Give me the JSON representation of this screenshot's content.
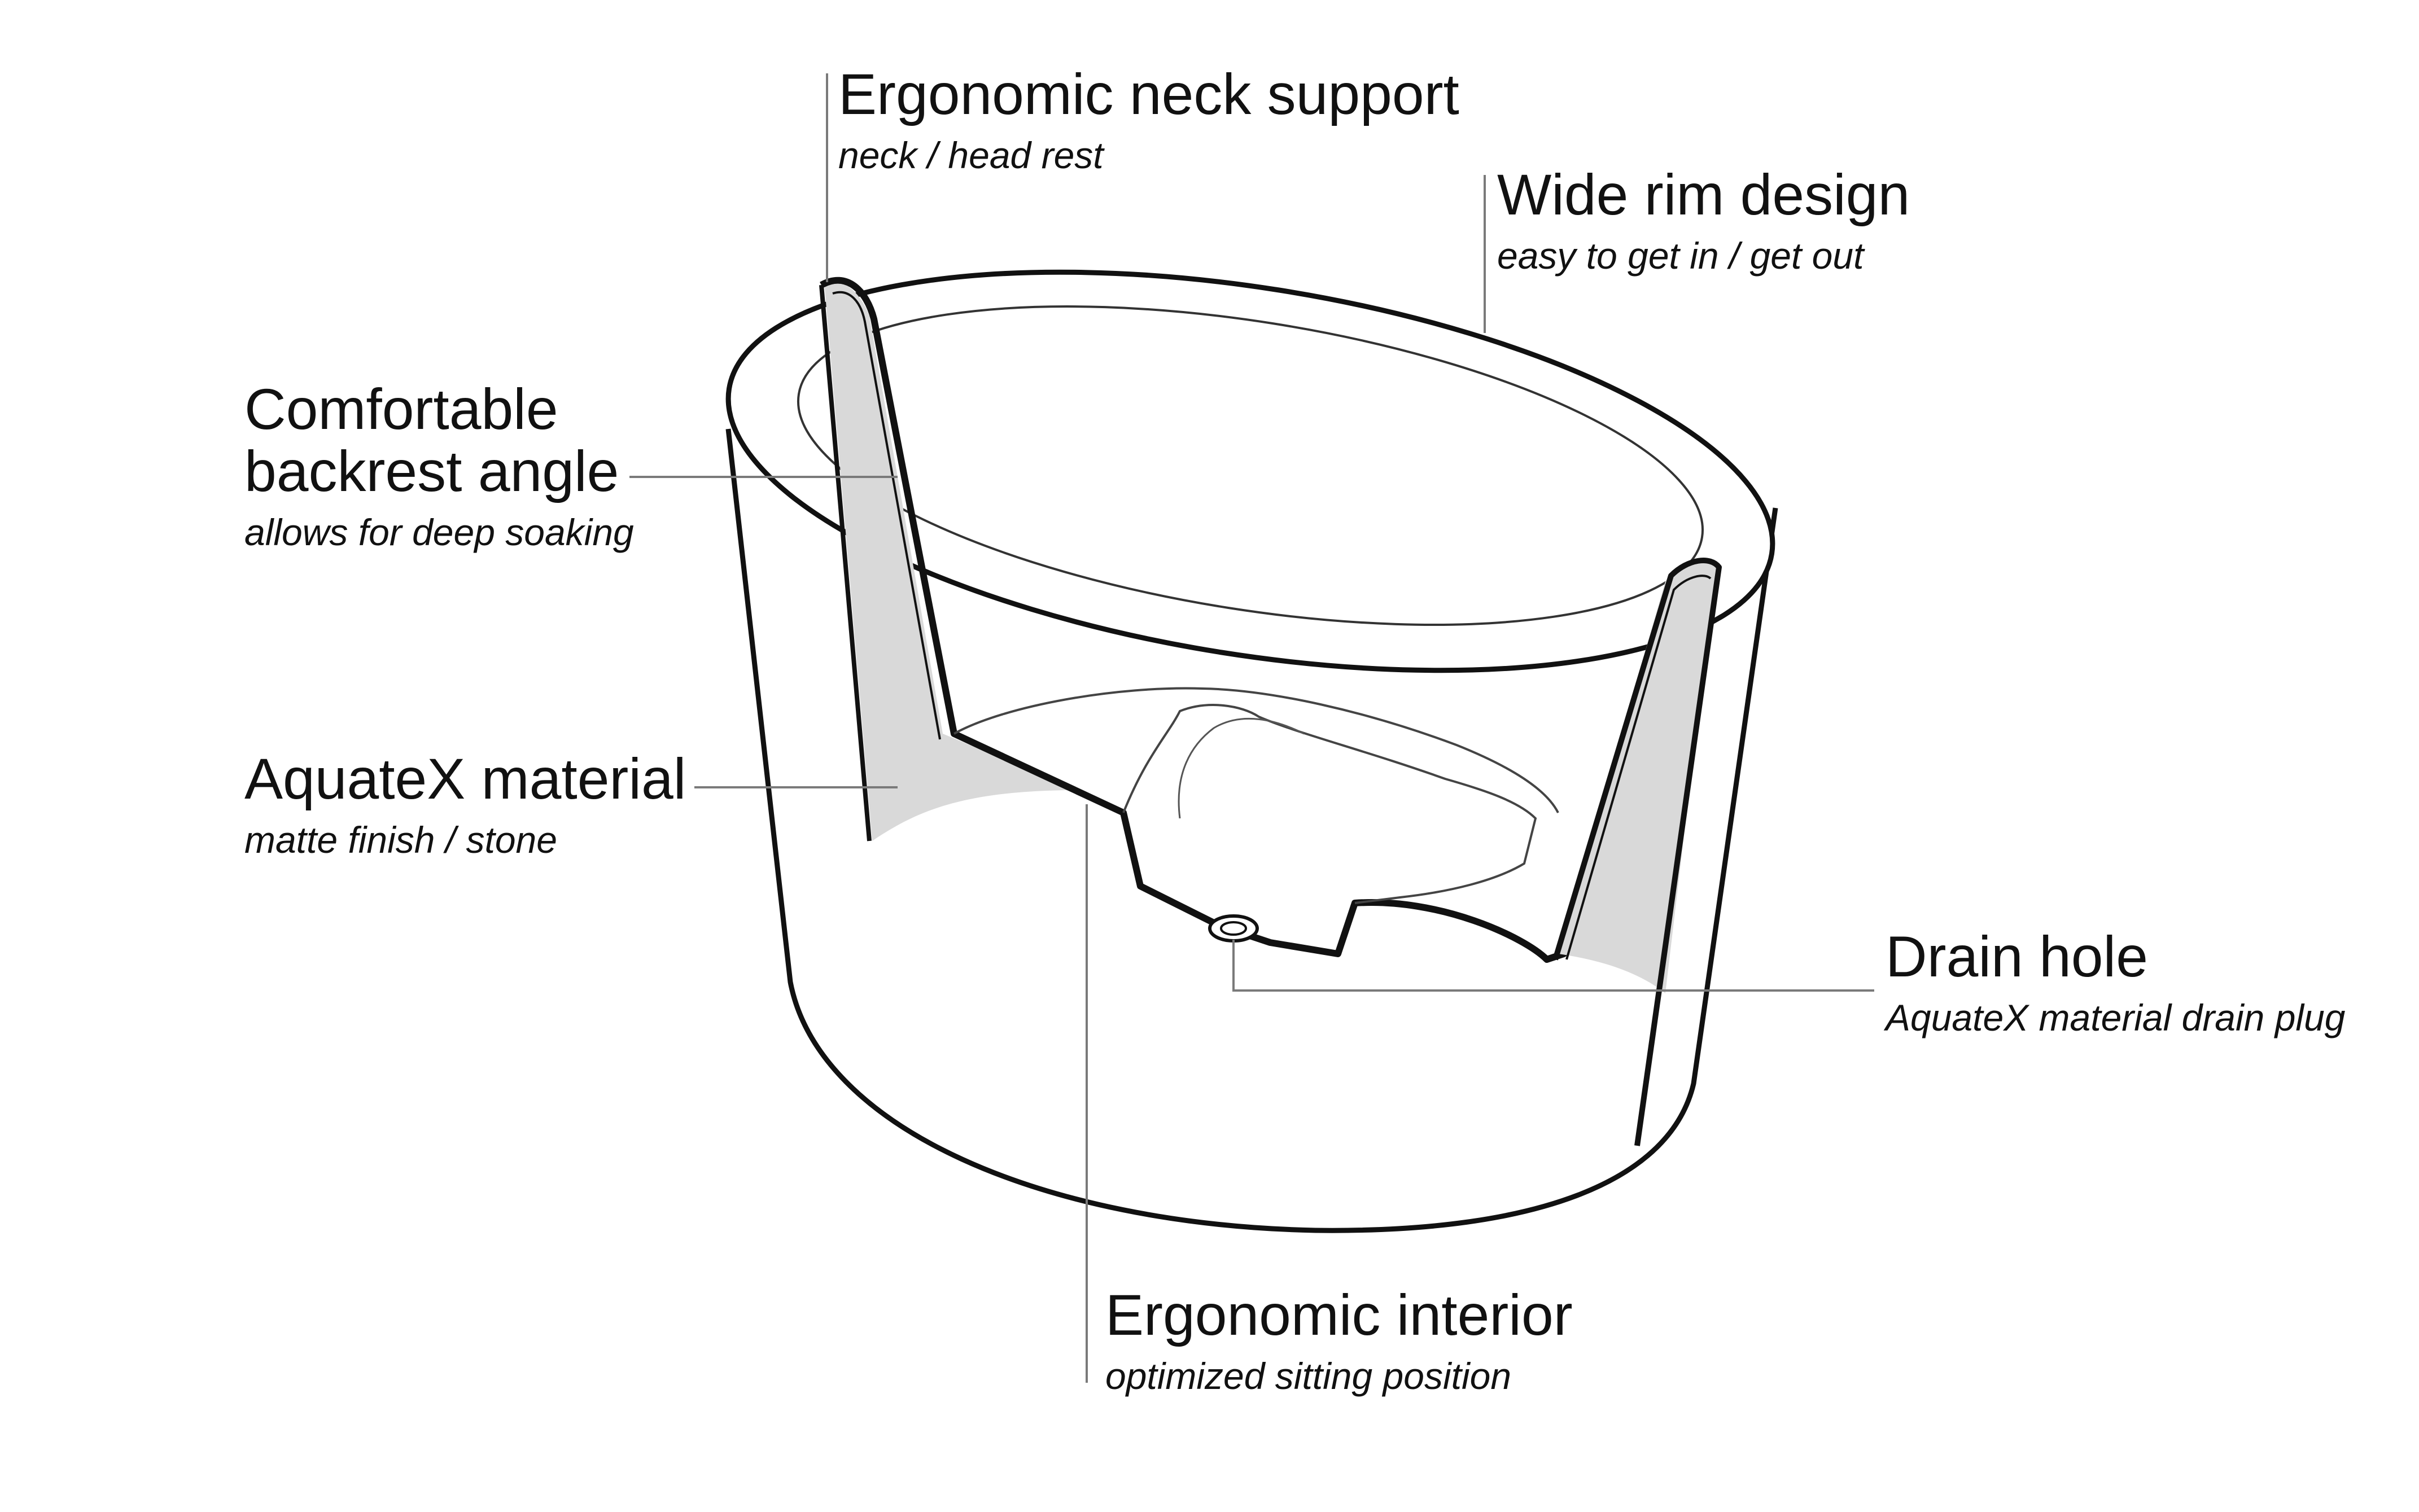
{
  "callouts": {
    "neck_support": {
      "title": "Ergonomic neck support",
      "subtitle": "neck / head rest"
    },
    "wide_rim": {
      "title": "Wide rim design",
      "subtitle": "easy to get in / get out"
    },
    "backrest": {
      "title": "Comfortable\nbackrest angle",
      "subtitle": "allows for deep soaking"
    },
    "material": {
      "title": "AquateX material",
      "subtitle": "matte finish / stone"
    },
    "drain": {
      "title": "Drain hole",
      "subtitle": "AquateX material drain plug"
    },
    "interior": {
      "title": "Ergonomic interior",
      "subtitle": "optimized sitting position"
    }
  },
  "colors": {
    "line": "#111111",
    "leader": "#7a7a7a",
    "section_fill": "#d9d9d9",
    "background": "#ffffff"
  }
}
